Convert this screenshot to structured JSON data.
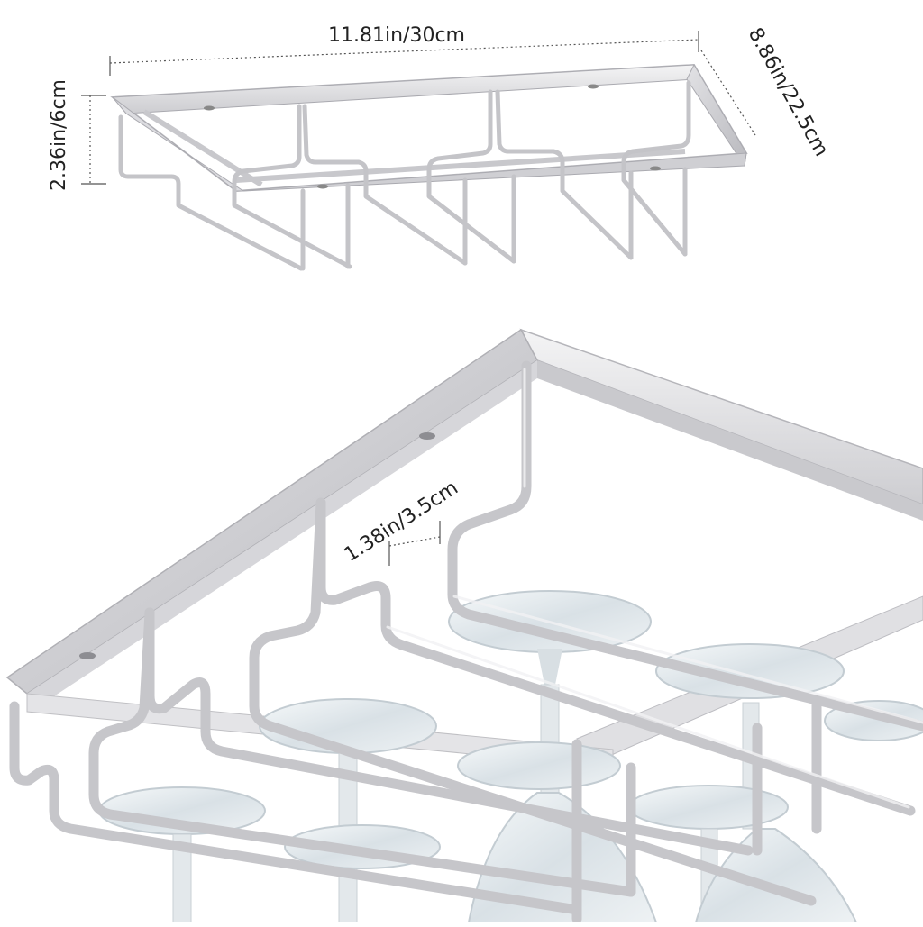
{
  "product": {
    "colors": {
      "metal_light": "#eeeeee",
      "metal_mid": "#cfcfd2",
      "metal_dark": "#a9a9ae",
      "wire": "#c4c4c8",
      "glass": "#dfe6ea",
      "text": "#222222"
    }
  },
  "dimensions": {
    "width_label": "11.81in/30cm",
    "depth_label": "8.86in/22.5cm",
    "height_label": "2.36in/6cm",
    "gap_label": "1.38in/3.5cm"
  }
}
